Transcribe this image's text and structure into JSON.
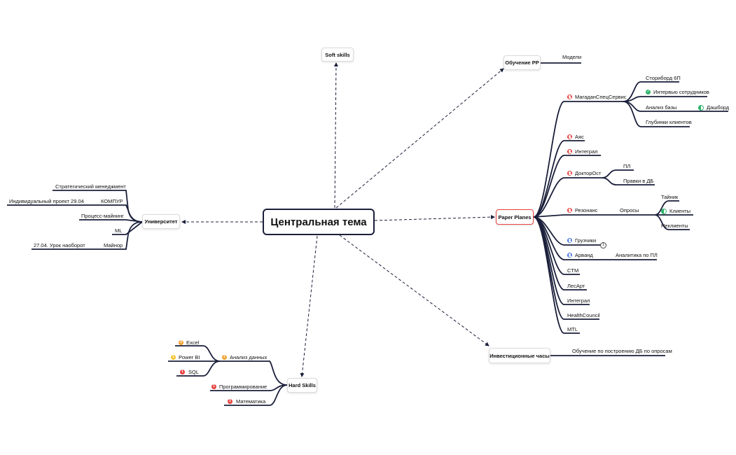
{
  "center": {
    "label": "Центральная тема"
  },
  "soft_skills": {
    "label": "Soft skills"
  },
  "university": {
    "label": "Университет",
    "items": [
      "Стратегический менеджмент",
      "Индивидуальный проект 29.04",
      "КОМПУР",
      "Процесс-майнинг",
      "ML",
      "27.04. Урок наоборот",
      "Майнор"
    ]
  },
  "hard_skills": {
    "label": "Hard Skills",
    "data_analysis": "Анализ данных",
    "excel": "Excel",
    "power_bi": "Power BI",
    "sql": "SQL",
    "programming": "Программирование",
    "math": "Математика",
    "priority_labels": [
      "2",
      "3",
      "1",
      "1",
      "1",
      "2"
    ]
  },
  "learning_pp": {
    "label": "Обучение PP",
    "models": "Модели"
  },
  "paper_planes": {
    "label": "Paper Planes",
    "magadan": "МагаданСпецСервис",
    "storyboard": "Сториборд 6П",
    "interview": "Интервью сотрудников",
    "db_analysis": "Анализ базы",
    "dashboard": "Дашборд",
    "depths": "Глубинки клиентов",
    "ayas": "Аяс",
    "integral": "Интеграл",
    "doctorost": "ДокторОст",
    "pl": "ПЛ",
    "edits_db": "Правки в ДБ",
    "resonance": "Резонанс",
    "surveys": "Опросы",
    "secret": "Тайник",
    "clients": "Клиенты",
    "nonclients": "Неклиенты",
    "loaders": "Грузчики",
    "loaders_badge": "1",
    "arvand": "Арванд",
    "analytics_pl": "Аналитика по ПЛ",
    "ctm": "CTM",
    "lesart": "ЛесАрт",
    "integral2": "Интеграл",
    "healthcouncil": "HealthCouncil",
    "mtl": "MTL"
  },
  "invest": {
    "label": "Инвестиционные часы",
    "training": "Обучение по построению ДБ по опросам"
  },
  "colors": {
    "line": "#1a1f3a",
    "accent_red": "#e8413c",
    "person_blue": "#4a78e0",
    "green": "#2fb36b",
    "orange": "#f5a130",
    "yellow": "#f5c430"
  }
}
